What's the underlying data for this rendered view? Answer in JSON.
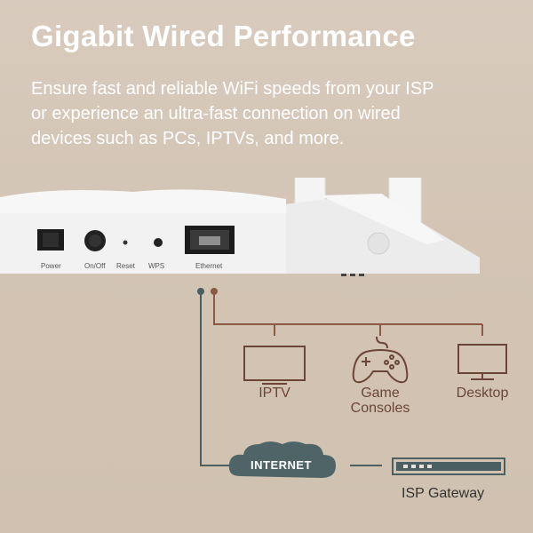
{
  "header": {
    "title": "Gigabit Wired Performance",
    "subtitle_lines": [
      "Ensure fast and reliable WiFi speeds from your ISP",
      "or experience an ultra-fast connection on wired",
      "devices such as PCs, IPTVs, and more."
    ]
  },
  "router": {
    "ports": [
      "Power",
      "On/Off",
      "Reset",
      "WPS",
      "Ethernet"
    ]
  },
  "devices": [
    {
      "label": "IPTV",
      "icon": "tv-icon"
    },
    {
      "label_lines": [
        "Game",
        "Consoles"
      ],
      "icon": "gamepad-icon"
    },
    {
      "label": "Desktop",
      "icon": "desktop-monitor-icon"
    }
  ],
  "network": {
    "internet_label": "INTERNET",
    "gateway_label": "ISP Gateway"
  },
  "colors": {
    "background": "#d5c7b7",
    "line_brown": "#8a5a44",
    "line_teal": "#4a5f62",
    "cloud": "#4f6467",
    "text_white": "#ffffff"
  }
}
